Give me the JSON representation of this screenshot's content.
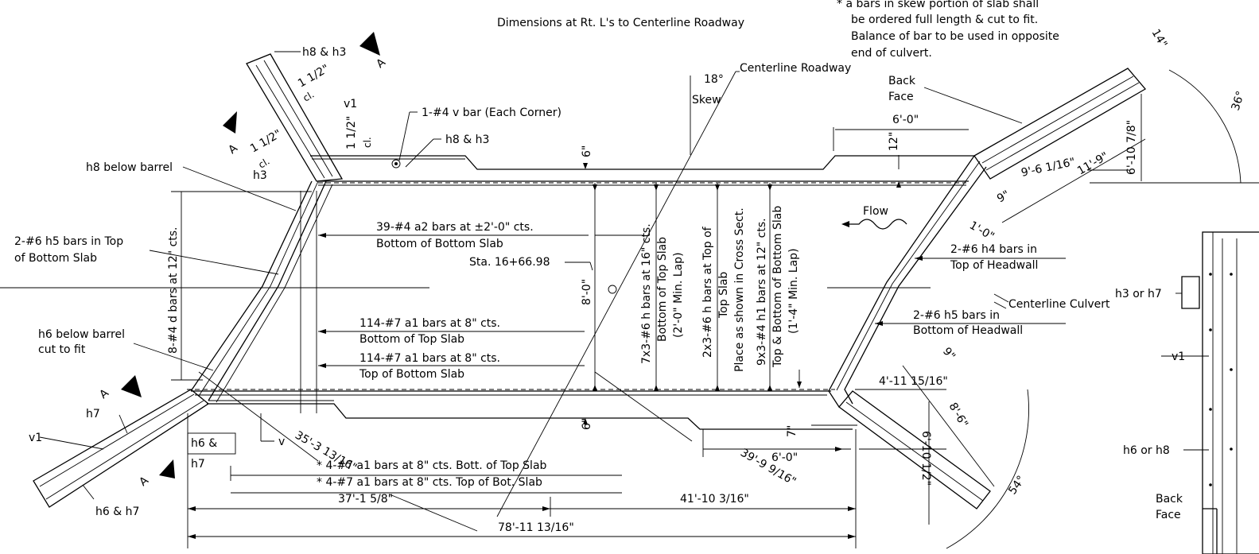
{
  "notes": {
    "header": "Dimensions at Rt. L's to Centerline Roadway",
    "skew_note": [
      "* a bars in skew portion of slab shall",
      "be ordered full length & cut to fit.",
      "Balance of bar to be used in opposite",
      "end of culvert."
    ]
  },
  "labels": {
    "centerline_roadway": "Centerline Roadway",
    "centerline_culvert": "Centerline Culvert",
    "back_face": "Back",
    "back_face_2": "Face",
    "back_face_b": "Back",
    "back_face_b2": "Face",
    "flow": "Flow",
    "skew_angle": "18°",
    "skew": "Skew",
    "angle_36": "36°",
    "angle_54": "54°",
    "station": "Sta. 16+66.98",
    "section_a1": "A",
    "section_a2": "A",
    "section_a3": "A",
    "section_a4": "A"
  },
  "callouts": {
    "h8_h3_top": "h8 & h3",
    "v_bar_corner": "1-#4 v bar (Each Corner)",
    "h8_h3_mid": "h8 & h3",
    "h8_below_barrel": "h8 below barrel",
    "v1_top": "v1",
    "h3": "h3",
    "cl1": "cl.",
    "cl2": "cl.",
    "cl3": "cl.",
    "clear_1": "1 1/2\"",
    "clear_2": "1 1/2\"",
    "clear_3": "1 1/2\"",
    "h5_top_bottom_slab_1": "2-#6 h5 bars in Top",
    "h5_top_bottom_slab_2": "of Bottom Slab",
    "d_bars": "8-#4 d bars at 12\" cts.",
    "h6_below_barrel_1": "h6 below barrel",
    "h6_below_barrel_2": "cut to fit",
    "h7": "h7",
    "v1_left": "v1",
    "h6_h7_box_1": "h6 &",
    "h6_h7_box_2": "h7",
    "v": "v",
    "h6_h7_bottom": "h6 & h7",
    "a2_bars_1": "39-#4 a2 bars at ±2'-0\" cts.",
    "a2_bars_2": "Bottom of Bottom Slab",
    "a1_top_slab_1": "114-#7 a1 bars at 8\" cts.",
    "a1_top_slab_2": "Bottom of Top Slab",
    "a1_bot_slab_1": "114-#7 a1 bars at 8\" cts.",
    "a1_bot_slab_2": "Top of Bottom Slab",
    "skew_a1_top": "* 4-#7 a1 bars at 8\" cts. Bott. of Top Slab",
    "skew_a1_bot": "* 4-#7 a1 bars at 8\" cts. Top of Bot. Slab",
    "h_bars_top_1": "7x3-#6 h bars at 16\" cts.",
    "h_bars_top_2": "Bottom of Top Slab",
    "h_bars_top_3": "(2'-0\" Min. Lap)",
    "h_bars_xsect_1": "2x3-#6 h bars at Top of",
    "h_bars_xsect_2": "Top Slab",
    "h_bars_xsect_3": "Place as shown in Cross Sect.",
    "h1_bars_1": "9x3-#4 h1 bars at 12\" cts.",
    "h1_bars_2": "Top & Bottom of Bottom Slab",
    "h1_bars_3": "(1'-4\" Min. Lap)",
    "h4_1": "2-#6 h4 bars in",
    "h4_2": "Top of Headwall",
    "h5_headwall_1": "2-#6 h5 bars in",
    "h5_headwall_2": "Bottom of Headwall",
    "h3_h7_right": "h3 or h7",
    "v1_right": "v1",
    "h6_h8_right": "h6 or h8"
  },
  "dimensions": {
    "d_6in_top": "6\"",
    "d_6in_bot": "6\"",
    "d_8ft": "8'-0\"",
    "d_6ft_top": "6'-0\"",
    "d_12in": "12\"",
    "d_14in": "14\"",
    "d_9ft6": "9'-6 1/16\"",
    "d_11ft9": "11'-9\"",
    "d_6ft10_78": "6'-10 7/8\"",
    "d_9in_a": "9\"",
    "d_1ft": "1'-0\"",
    "d_9in_b": "9\"",
    "d_4ft11": "4'-11 15/16\"",
    "d_7in": "7\"",
    "d_6ft_bot": "6'-0\"",
    "d_8ft6": "8'-6\"",
    "d_6ft10_12": "6'-10 1/2\"",
    "d_39ft9": "39'-9 9/16\"",
    "d_35ft3": "35'-3 13/16\"",
    "d_37ft1": "37'-1 5/8\"",
    "d_41ft10": "41'-10 3/16\"",
    "d_78ft11": "78'-11 13/16\""
  }
}
